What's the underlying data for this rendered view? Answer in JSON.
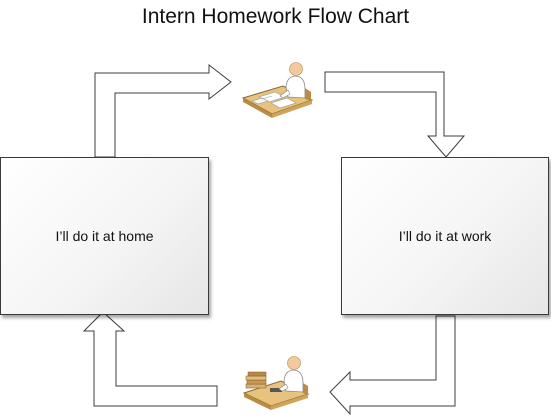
{
  "diagram": {
    "title": "Intern Homework Flow Chart",
    "nodes": {
      "home": {
        "label": "I’ll do it at home"
      },
      "work": {
        "label": "I’ll do it at work"
      }
    },
    "icons": {
      "top": "person-working-at-desk-icon",
      "bottom": "person-at-desk-with-book-stack-icon"
    },
    "colors": {
      "arrow_stroke": "#3c3c3c",
      "arrow_fill": "#ffffff",
      "box_border": "#3a3a3a",
      "desk": "#e9c37e",
      "person_skin": "#f3c99e"
    }
  }
}
